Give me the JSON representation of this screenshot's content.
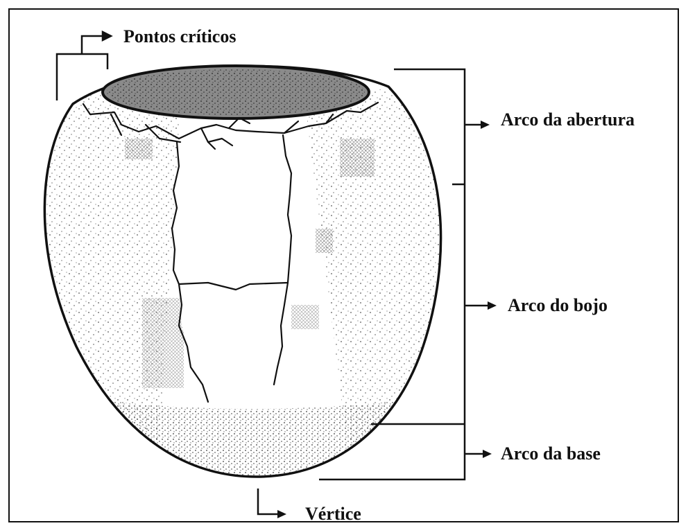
{
  "labels": {
    "critical_points": "Pontos críticos",
    "opening_arc": "Arco da abertura",
    "belly_arc": "Arco do bojo",
    "base_arc": "Arco da base",
    "apex": "Vértice"
  },
  "colors": {
    "ink": "#111111",
    "background": "#ffffff",
    "opening_fill": "#8a8a8a"
  }
}
